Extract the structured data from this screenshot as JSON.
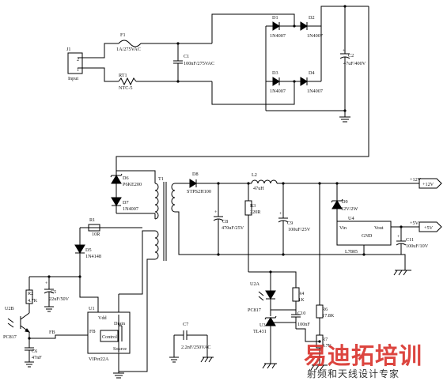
{
  "labels": {
    "j1": "J1",
    "input": "Input",
    "pin2": "2",
    "pin1": "1",
    "f1": "F1",
    "f1v": "1A/275VAC",
    "rt1": "RT1",
    "rt1v": "NTC-5",
    "c1": "C1",
    "c1v": "100nF/275VAC",
    "d1": "D1",
    "d1v": "1N4007",
    "d2": "D2",
    "d2v": "1N4007",
    "d3": "D3",
    "d3v": "1N4007",
    "d4": "D4",
    "d4v": "1N4007",
    "c2": "C2",
    "c2v": "47uF/400V",
    "d6": "D6",
    "d6v": "P6KE200",
    "d7": "D7",
    "d7v": "1N4007",
    "t1": "T1",
    "d8": "D8",
    "d8v": "STPS2H100",
    "l2": "L2",
    "l2v": "47uH",
    "c8": "C8",
    "c8v": "470uF/25V",
    "r3": "R3",
    "r3v": "220R",
    "c9": "C9",
    "c9v": "100uF/25V",
    "p12a": "+12V",
    "p12b": "+12V",
    "d9": "D9",
    "d9v": "12V/2W",
    "u4": "U4",
    "vin": "Vin",
    "vout": "Vout",
    "gnd": "GND",
    "l7805": "L7805",
    "p5a": "+5V",
    "p5b": "+5V",
    "c11": "C11",
    "c11v": "100uF/10V",
    "r1": "R1",
    "r1v": "10R",
    "d5": "D5",
    "d5v": "1N4148",
    "r2": "R2",
    "r2v": "4.7K",
    "c5": "C5",
    "c5v": "22uF/50V",
    "u2b": "U2B",
    "pc817b": "PC817",
    "c6": "C6",
    "c6v": "47nF",
    "u1": "U1",
    "vdd": "Vdd",
    "drain": "Drain",
    "control": "Control",
    "fb": "FB",
    "fbpin": "FB",
    "source": "Source",
    "viper": "VIPer22A",
    "c7": "C7",
    "c7v": "2.2nF/250VAC",
    "u2a": "U2A",
    "pc817a": "PC817",
    "r4": "R4",
    "r4v": "1K",
    "c10": "C10",
    "c10v": "100nF",
    "u3": "U3",
    "u3v": "TL431",
    "r6": "R6",
    "r6v": "17.8K",
    "r7": "R7",
    "r7v": "4.7K"
  },
  "watermark": {
    "main": "易迪拓培训",
    "sub": "射频和天线设计专家"
  }
}
